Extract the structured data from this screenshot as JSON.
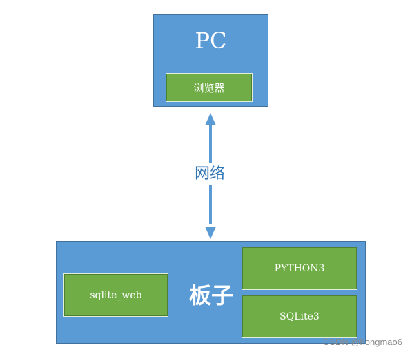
{
  "pc": {
    "title": "PC",
    "browser_label": "浏览器"
  },
  "network": {
    "label": "网络"
  },
  "board": {
    "title": "板子",
    "sqlite_web_label": "sqlite_web",
    "python_label": "PYTHON3",
    "sqlite3_label": "SQLite3"
  },
  "watermark": "CSDN @hongmao6",
  "colors": {
    "container": "#5b9bd5",
    "component": "#70ad47",
    "arrow": "#5b9bd5",
    "label": "#2e75b6"
  }
}
